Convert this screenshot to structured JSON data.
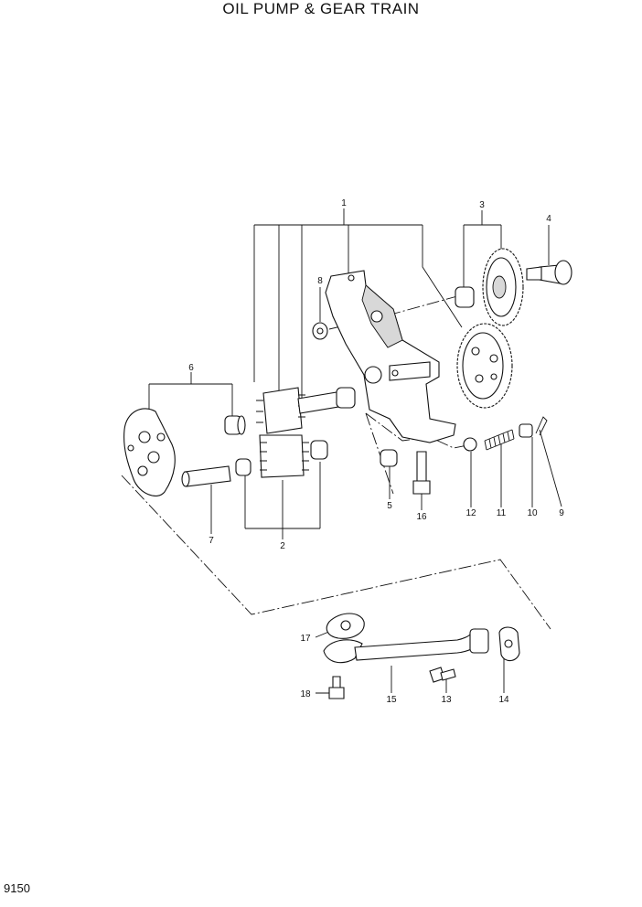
{
  "title": "OIL PUMP & GEAR  TRAIN",
  "page_number": "9150",
  "callouts": [
    "1",
    "2",
    "3",
    "4",
    "5",
    "6",
    "7",
    "8",
    "9",
    "10",
    "11",
    "12",
    "13",
    "14",
    "15",
    "16",
    "17",
    "18"
  ]
}
